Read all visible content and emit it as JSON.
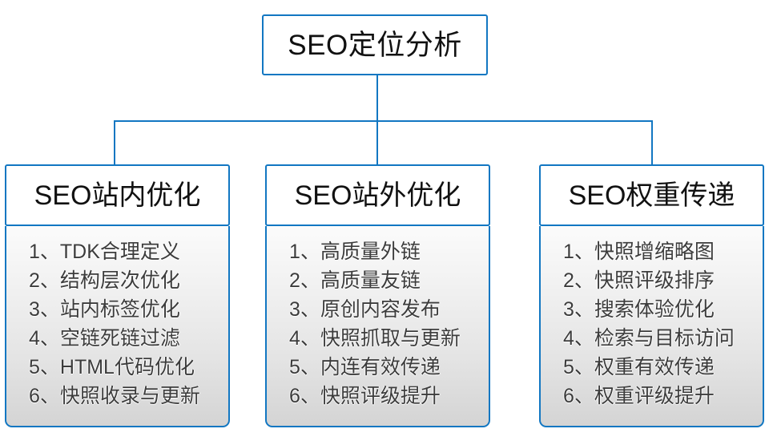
{
  "diagram": {
    "type": "tree",
    "root": {
      "label": "SEO定位分析"
    },
    "branches": [
      {
        "title": "SEO站内优化",
        "items": [
          "1、TDK合理定义",
          "2、结构层次优化",
          "3、站内标签优化",
          "4、空链死链过滤",
          "5、HTML代码优化",
          "6、快照收录与更新"
        ]
      },
      {
        "title": "SEO站外优化",
        "items": [
          "1、高质量外链",
          "2、高质量友链",
          "3、原创内容发布",
          "4、快照抓取与更新",
          "5、内连有效传递",
          "6、快照评级提升"
        ]
      },
      {
        "title": "SEO权重传递",
        "items": [
          "1、快照增缩略图",
          "2、快照评级排序",
          "3、搜索体验优化",
          "4、检索与目标访问",
          "5、权重有效传递",
          "6、权重评级提升"
        ]
      }
    ],
    "colors": {
      "border": "#1277c2",
      "connector": "#1277c2",
      "title_text": "#111111",
      "item_text": "#3c3c3c",
      "node_background": "#ffffff",
      "body_gradient_top": "#fbfbfb",
      "body_gradient_bottom": "#d4d4d4",
      "canvas_background": "#ffffff"
    }
  }
}
